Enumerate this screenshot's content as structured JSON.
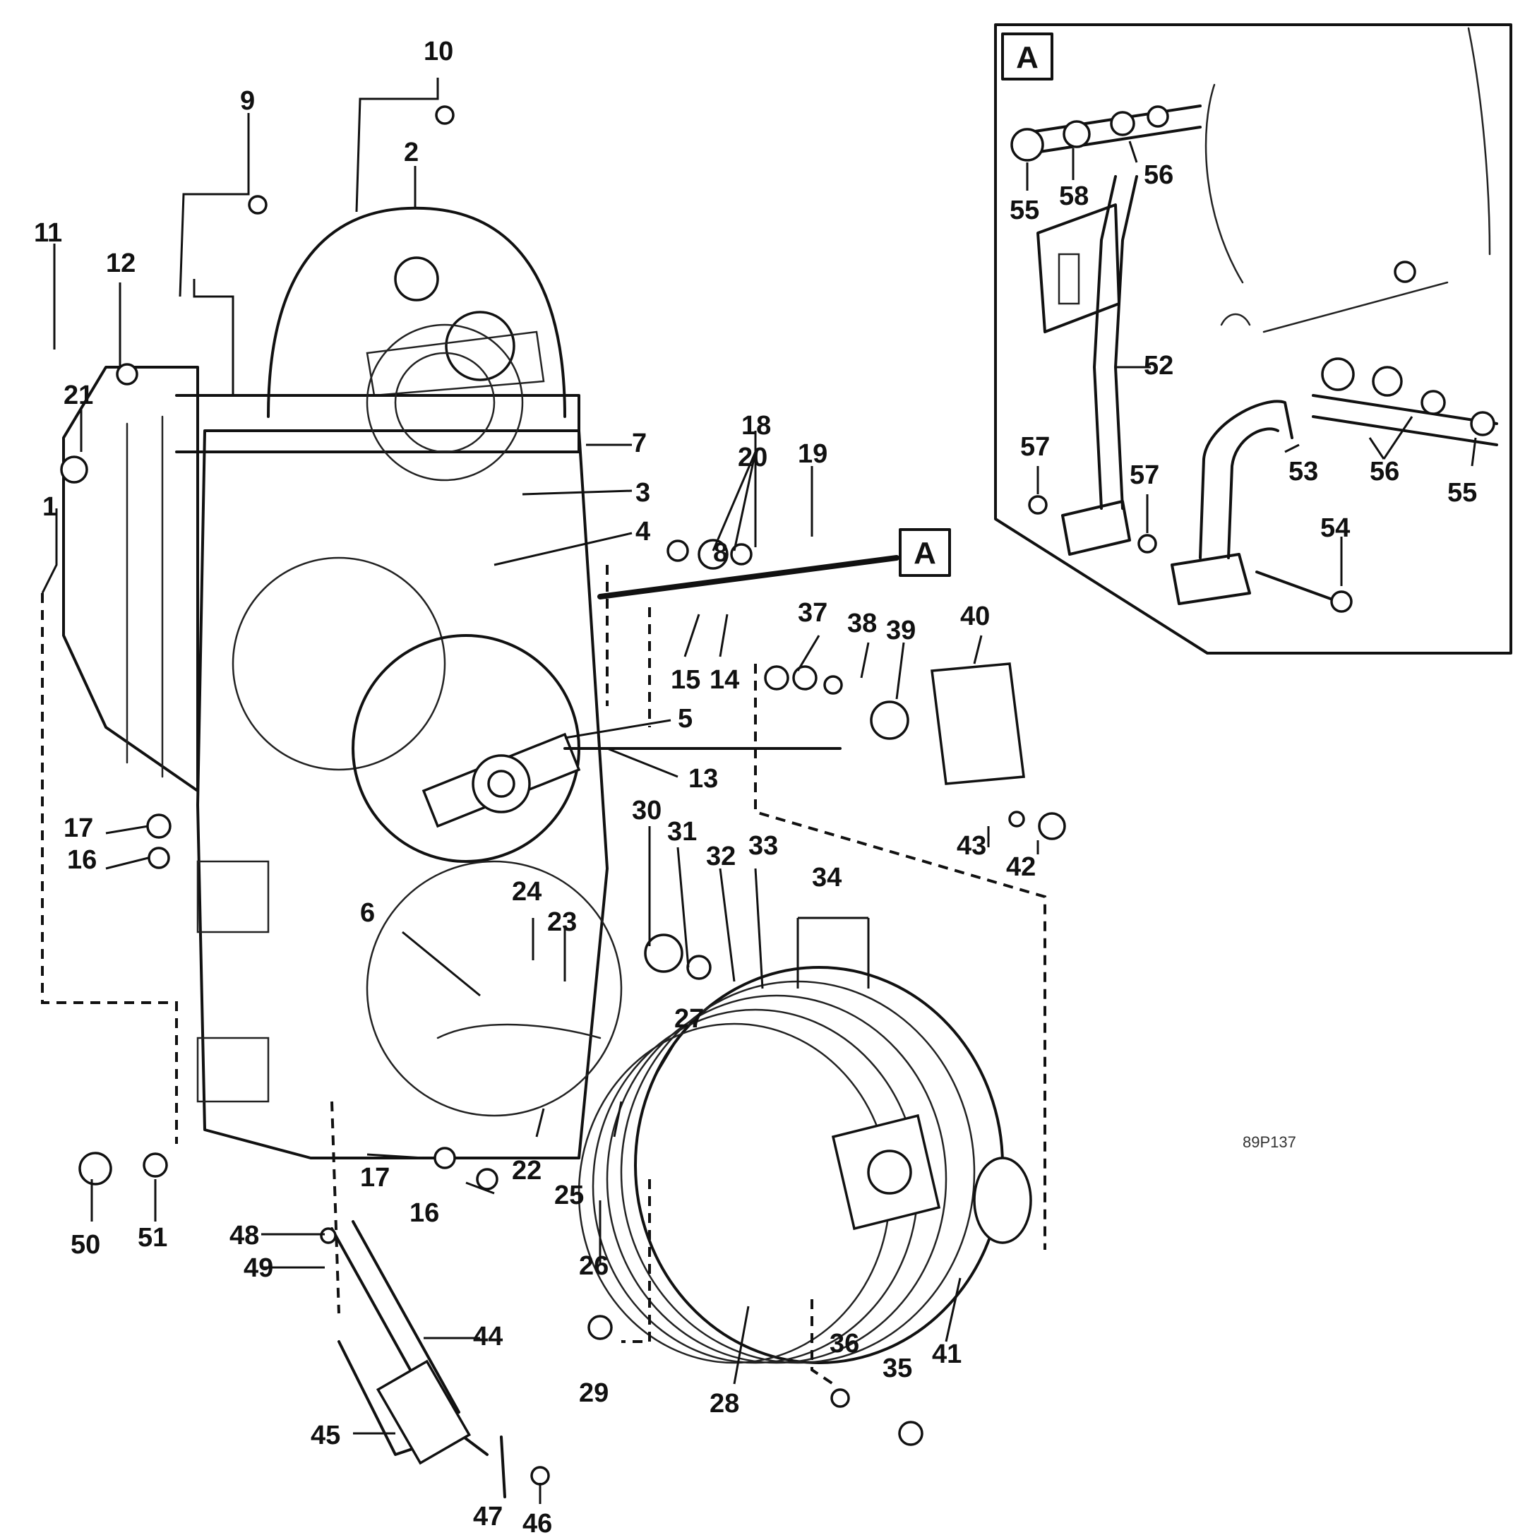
{
  "detail_frame": {
    "label": "A",
    "callouts": {
      "c52": "52",
      "c53": "53",
      "c54": "54",
      "c55a": "55",
      "c55b": "55",
      "c56a": "56",
      "c56b": "56",
      "c57a": "57",
      "c57b": "57",
      "c58": "58"
    }
  },
  "main_view": {
    "detail_ref_label": "A",
    "callouts": {
      "c1": "1",
      "c2": "2",
      "c3": "3",
      "c4": "4",
      "c5": "5",
      "c6": "6",
      "c7": "7",
      "c8": "8",
      "c9": "9",
      "c10": "10",
      "c11": "11",
      "c12": "12",
      "c13": "13",
      "c14": "14",
      "c15": "15",
      "c16a": "16",
      "c16b": "16",
      "c17a": "17",
      "c17b": "17",
      "c18": "18",
      "c19": "19",
      "c20": "20",
      "c21": "21",
      "c22": "22",
      "c23": "23",
      "c24": "24",
      "c25": "25",
      "c26": "26",
      "c27": "27",
      "c28": "28",
      "c29": "29",
      "c30": "30",
      "c31": "31",
      "c32": "32",
      "c33": "33",
      "c34": "34",
      "c35": "35",
      "c36": "36",
      "c37": "37",
      "c38": "38",
      "c39": "39",
      "c40": "40",
      "c41": "41",
      "c42": "42",
      "c43": "43",
      "c44": "44",
      "c45": "45",
      "c46": "46",
      "c47": "47",
      "c48": "48",
      "c49": "49",
      "c50": "50",
      "c51": "51"
    }
  },
  "figure_id": "89P137"
}
